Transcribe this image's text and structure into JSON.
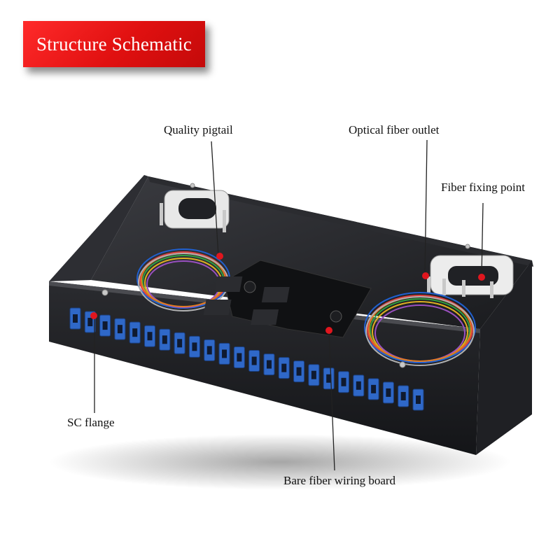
{
  "banner": {
    "title": "Structure Schematic"
  },
  "labels": {
    "quality_pigtail": "Quality pigtail",
    "optical_fiber_outlet": "Optical fiber outlet",
    "fiber_fixing_point": "Fiber fixing point",
    "sc_flange": "SC flange",
    "bare_fiber_wiring_board": "Bare fiber wiring board"
  },
  "colors": {
    "banner_red": "#e01010",
    "chassis_black": "#1c1d20",
    "adapter_blue": "#2f68c8",
    "marker_red": "#e0161e"
  }
}
